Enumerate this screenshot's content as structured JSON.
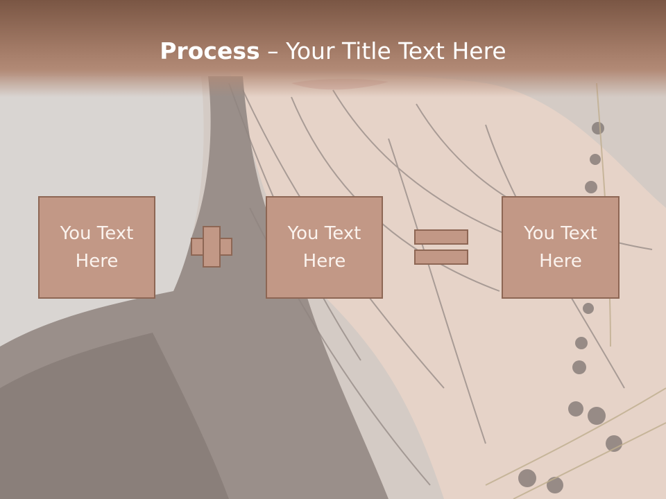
{
  "slide": {
    "title_strong": "Process",
    "title_rest": " – Your Title Text Here"
  },
  "boxes": [
    {
      "line1": "You Text",
      "line2": "Here"
    },
    {
      "line1": "You Text",
      "line2": "Here"
    },
    {
      "line1": "You Text",
      "line2": "Here"
    }
  ],
  "operators": [
    "plus",
    "equals"
  ],
  "colors": {
    "title_band": "#7a5644",
    "box_fill": "#c29886",
    "box_border": "#8d6654",
    "box_text": "#fbf3ee"
  }
}
